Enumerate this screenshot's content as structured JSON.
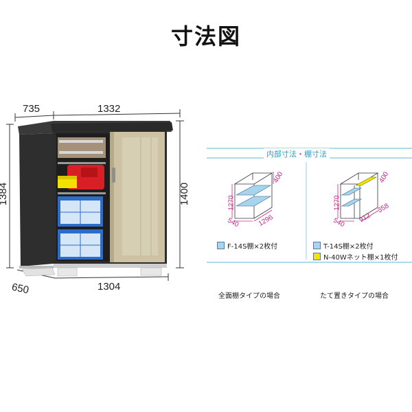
{
  "title": "寸法図",
  "exterior": {
    "top_left": "735",
    "top_width": "1332",
    "left_height": "1384",
    "right_height": "1400",
    "bottom_depth": "650",
    "bottom_width": "1304"
  },
  "interior": {
    "header_part1": "内部寸法",
    "header_sep": "・",
    "header_part2": "棚寸法",
    "left": {
      "height": "1270",
      "top_depth": "400",
      "depth": "540",
      "width": "1296",
      "legend": "F-14S棚×2枚付",
      "caption": "全面棚タイプの場合"
    },
    "right": {
      "height": "1270",
      "top_depth": "400",
      "depth": "540",
      "width_a": "912",
      "width_b": "358",
      "legend_1": "T-14S棚×2枚付",
      "legend_2": "N-40Wネット棚×1枚付",
      "caption": "たて置きタイプの場合"
    }
  },
  "colors": {
    "shelf_blue": "#a9d4ee",
    "net_yellow": "#f2e600",
    "accent_cyan": "#2aa0c8",
    "dim_magenta": "#c4288a"
  }
}
